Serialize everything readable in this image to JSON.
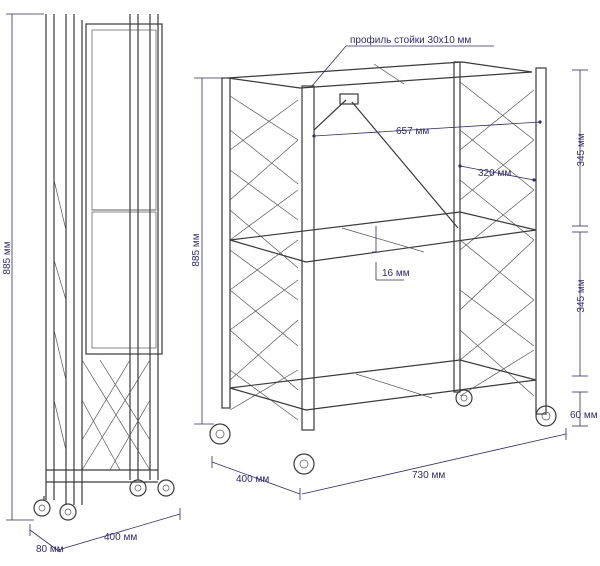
{
  "dimensions": {
    "left_height": "885 мм",
    "front_height": "885 мм",
    "profile": "профиль стойки  30х10 мм",
    "depth_inner": "657 мм",
    "inner_width": "320 мм",
    "gap": "16 мм",
    "tier_top": "345 мм",
    "tier_mid": "345 мм",
    "base_height": "60 мм",
    "depth": "400 мм",
    "width": "730 мм",
    "folded_depth": "80 мм",
    "folded_width": "400 мм"
  },
  "colors": {
    "label": "#2e2a7a",
    "line": "#3a3a3a"
  }
}
